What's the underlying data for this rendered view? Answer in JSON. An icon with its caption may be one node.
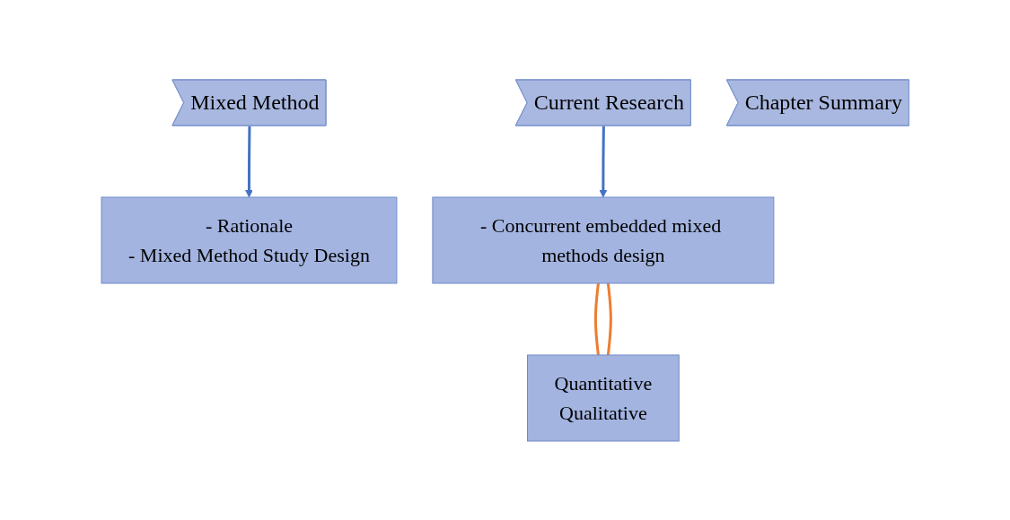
{
  "diagram": {
    "nodes": [
      {
        "text": [
          "Mixed Method"
        ]
      },
      {
        "text": [
          "Current Research"
        ]
      },
      {
        "text": [
          "Chapter Summary"
        ]
      },
      {
        "text": [
          "- Rationale",
          "- Mixed Method Study Design"
        ]
      },
      {
        "text": [
          "- Concurrent embedded mixed methods design"
        ]
      },
      {
        "text": [
          "Quantitative",
          "Qualitative"
        ]
      }
    ],
    "edges": [
      {
        "from": 0,
        "to": 3,
        "arrow": "to",
        "color": "#4472c4"
      },
      {
        "from": 1,
        "to": 4,
        "arrow": "to",
        "color": "#4472c4"
      },
      {
        "from": 4,
        "to": 5,
        "arrow": "none",
        "color": "#ed7d31"
      },
      {
        "from": 4,
        "to": 5,
        "arrow": "none",
        "color": "#ed7d31"
      }
    ]
  }
}
